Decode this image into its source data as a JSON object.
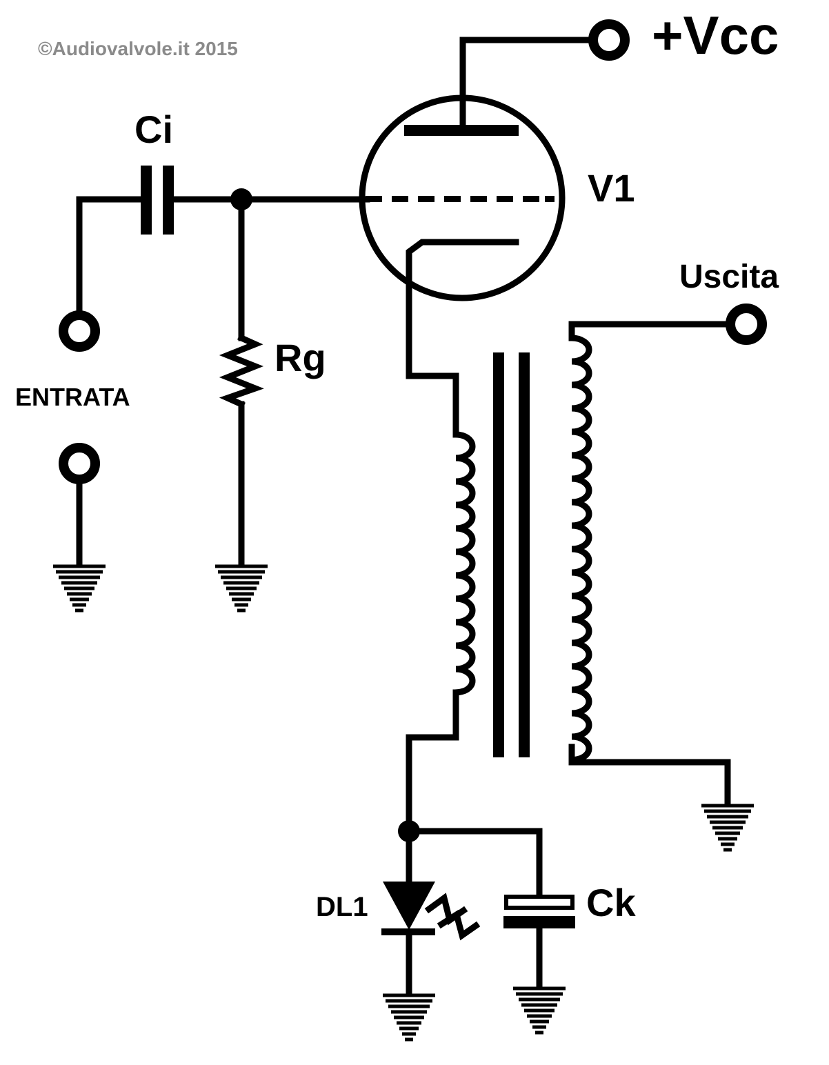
{
  "copyright": "©Audiovalvole.it 2015",
  "labels": {
    "vcc": "+Vcc",
    "ci": "Ci",
    "v1": "V1",
    "uscita": "Uscita",
    "rg": "Rg",
    "entrata": "ENTRATA",
    "dl1": "DL1",
    "ck": "Ck"
  },
  "colors": {
    "ink": "#000000",
    "copyright": "#8a8a8a",
    "background": "#ffffff"
  }
}
